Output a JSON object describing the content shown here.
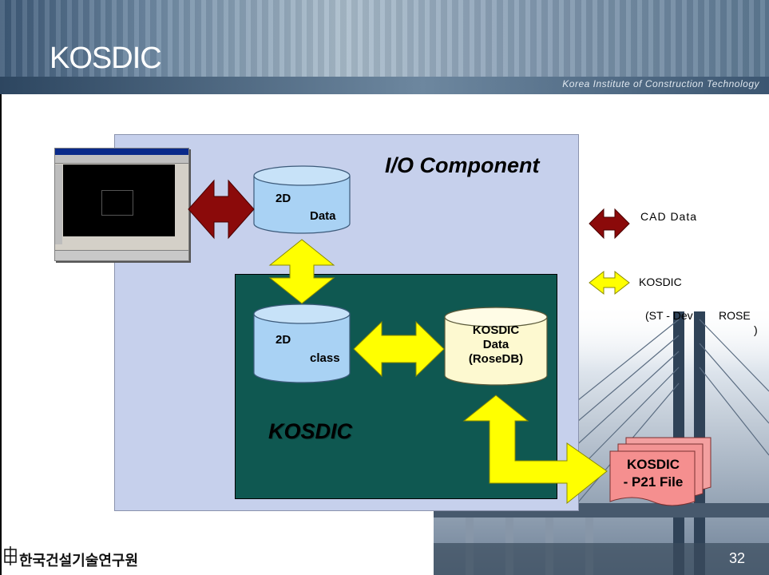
{
  "slide": {
    "title": "KOSDIC",
    "header_subtext": "Korea Institute of Construction Technology",
    "page_number": "32",
    "footer_logo_text": "한국건설기술연구원"
  },
  "io_component": {
    "title": "I/O Component",
    "db_2d": {
      "line1": "2D",
      "line2": "Data"
    }
  },
  "kosdic_module": {
    "label": "KOSDIC",
    "db_class": {
      "line1": "2D",
      "line2": "class"
    },
    "db_kosdic": {
      "line1": "KOSDIC",
      "line2": "Data",
      "line3": "(RoseDB)"
    }
  },
  "output_file": {
    "line1": "KOSDIC",
    "line2": "- P21 File"
  },
  "legend": {
    "cad": "CAD Data",
    "kosdic": "KOSDIC",
    "kosdic_note_left": "(ST - Dev",
    "kosdic_note_right": "ROSE",
    "kosdic_note_close": ")"
  },
  "colors": {
    "io_panel": "#c6d0ec",
    "kosdic_panel": "#0f5851",
    "cad_arrow": "#8b0a0a",
    "kosdic_arrow": "#ffff00",
    "cylinder_blue": "#a9d2f4",
    "cylinder_cream": "#fdf9d0",
    "file_pink": "#f58f8f"
  }
}
